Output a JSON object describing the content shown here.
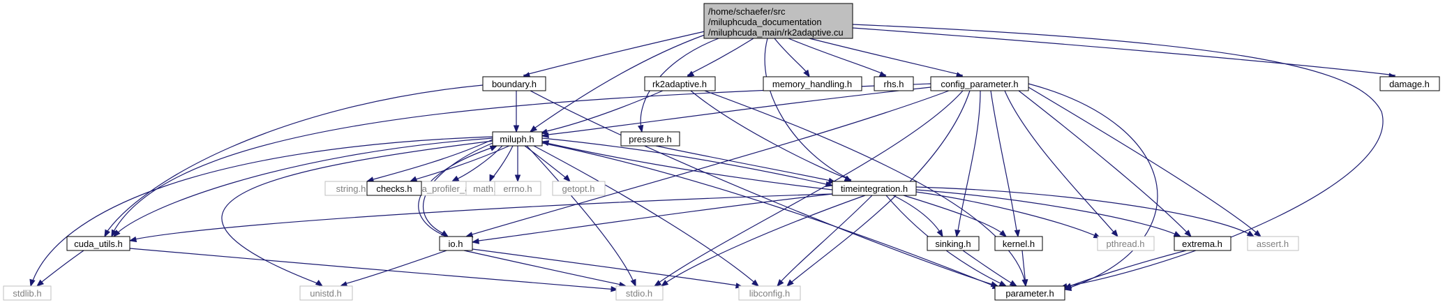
{
  "diagram": {
    "colors": {
      "edge": "#191970",
      "root_fill": "#bfbfbf",
      "doc_border": "#000000",
      "sys_border": "#bfbfbf",
      "sys_text": "#7f7f7f"
    },
    "root": {
      "lines": [
        "/home/schaefer/src",
        "/miluphcuda_documentation",
        "/miluphcuda_main/rk2adaptive.cu"
      ]
    },
    "nodes": {
      "boundary": "boundary.h",
      "rk2adaptive": "rk2adaptive.h",
      "memory_handling": "memory_handling.h",
      "rhs": "rhs.h",
      "config_parameter": "config_parameter.h",
      "damage": "damage.h",
      "miluph": "miluph.h",
      "pressure": "pressure.h",
      "string": "string.h",
      "cuda_profiler_api": "cuda_profiler_api.h",
      "checks": "checks.h",
      "math": "math.h",
      "errno": "errno.h",
      "getopt": "getopt.h",
      "timeintegration": "timeintegration.h",
      "cuda_utils": "cuda_utils.h",
      "io": "io.h",
      "sinking": "sinking.h",
      "kernel": "kernel.h",
      "pthread": "pthread.h",
      "extrema": "extrema.h",
      "assert": "assert.h",
      "stdlib": "stdlib.h",
      "unistd": "unistd.h",
      "stdio": "stdio.h",
      "libconfig": "libconfig.h",
      "parameter": "parameter.h"
    }
  }
}
